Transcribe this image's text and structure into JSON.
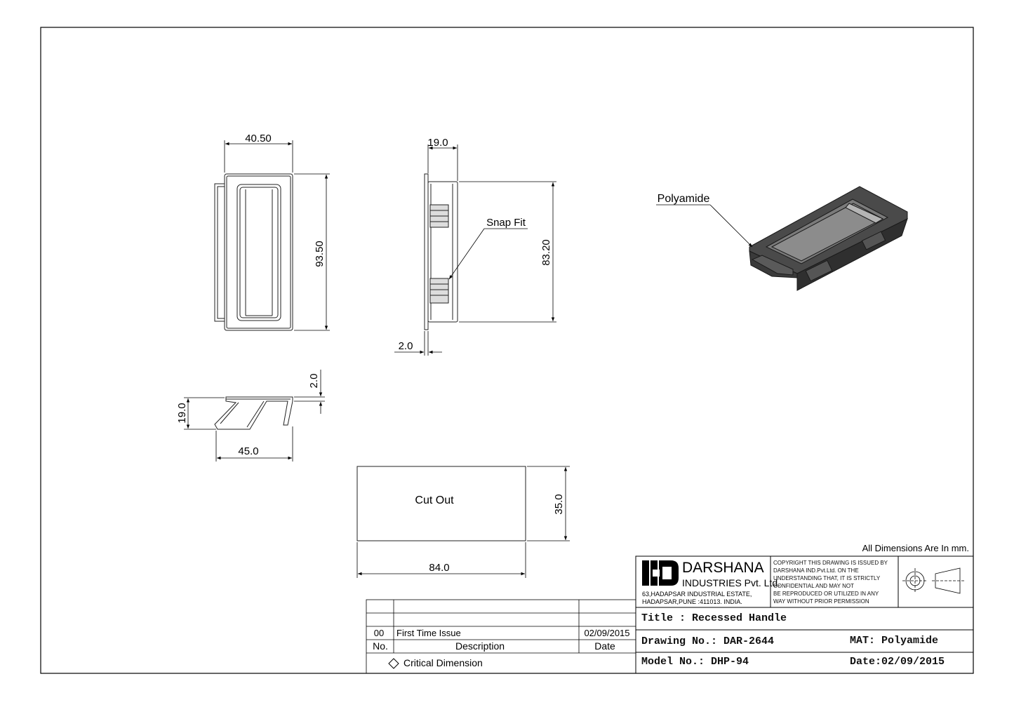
{
  "views": {
    "front": {
      "width": "40.50",
      "height": "93.50"
    },
    "side": {
      "depth": "19.0",
      "height": "83.20",
      "flange": "2.0",
      "callout": "Snap Fit"
    },
    "bottom": {
      "depth": "19.0",
      "flange": "2.0",
      "length": "45.0"
    },
    "cutout": {
      "label": "Cut Out",
      "width": "84.0",
      "height": "35.0"
    },
    "iso": {
      "callout": "Polyamide"
    }
  },
  "units_note": "All Dimensions Are In mm.",
  "company": {
    "name": "DARSHANA",
    "subtitle": "INDUSTRIES Pvt. Ltd.",
    "address_1": "63,HADAPSAR INDUSTRIAL ESTATE,",
    "address_2": "HADAPSAR,PUNE :411013. INDIA.",
    "copyright": [
      "COPYRIGHT THIS DRAWING IS ISSUED BY",
      "DARSHANA IND.Pvt.Ltd. ON THE",
      "UNDERSTANDING THAT, IT IS STRICTLY",
      "CONFIDENTIAL AND MAY NOT",
      "BE REPRODUCED OR UTILIZED IN ANY",
      "WAY WITHOUT PRIOR PERMISSION"
    ]
  },
  "revision_table": {
    "rows": [
      {
        "no": "00",
        "description": "First Time Issue",
        "date": "02/09/2015"
      }
    ],
    "headers": {
      "no": "No.",
      "description": "Description",
      "date": "Date"
    },
    "critical_note": "Critical Dimension"
  },
  "title_block": {
    "title": "Title : Recessed Handle",
    "drawing_no": "Drawing No.: DAR-2644",
    "mat": "MAT: Polyamide",
    "model_no": "Model No.: DHP-94",
    "date": "Date:02/09/2015"
  }
}
